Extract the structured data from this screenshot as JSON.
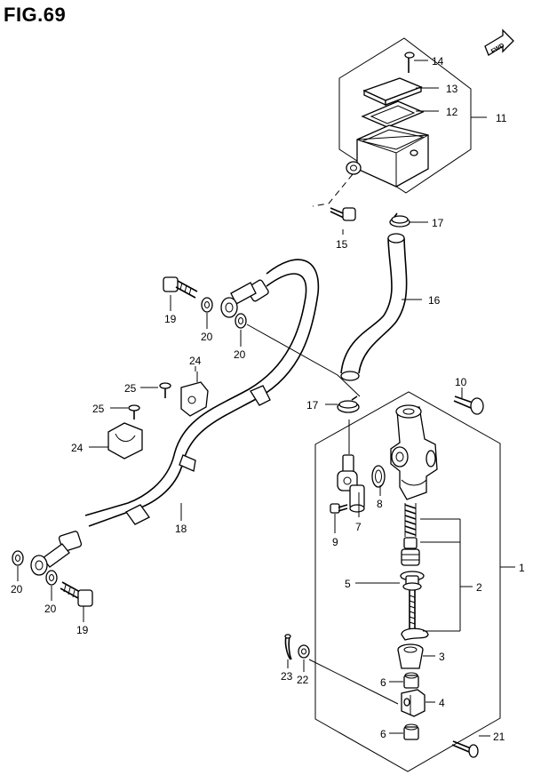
{
  "title": "FIG.69",
  "fwd_badge": "FWD",
  "callouts": {
    "p1": "1",
    "p2": "2",
    "p3": "3",
    "p4": "4",
    "p5": "5",
    "p6a": "6",
    "p6b": "6",
    "p7": "7",
    "p8": "8",
    "p9": "9",
    "p10": "10",
    "p11": "11",
    "p12": "12",
    "p13": "13",
    "p14": "14",
    "p15": "15",
    "p16": "16",
    "p17a": "17",
    "p17b": "17",
    "p18": "18",
    "p19a": "19",
    "p19b": "19",
    "p20a": "20",
    "p20b": "20",
    "p20c": "20",
    "p20d": "20",
    "p21": "21",
    "p22": "22",
    "p23": "23",
    "p24a": "24",
    "p24b": "24",
    "p25a": "25",
    "p25b": "25"
  }
}
